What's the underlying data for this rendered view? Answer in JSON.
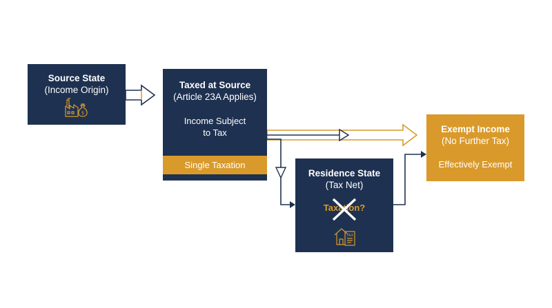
{
  "source": {
    "title": "Source State",
    "subtitle": "(Income Origin)"
  },
  "taxed": {
    "title": "Taxed at Source",
    "subtitle": "(Article 23A Applies)",
    "body_line1": "Income Subject",
    "body_line2": "to Tax",
    "band": "Single Taxation"
  },
  "residence": {
    "title": "Residence State",
    "subtitle": "(Tax Net)",
    "question": "Taxation?"
  },
  "exempt": {
    "title": "Exempt Income",
    "subtitle": "(No Further Tax)",
    "body": "Effectively Exempt"
  },
  "icons": {
    "source": "factory-money-bag-icon",
    "residence": "house-tax-document-icon",
    "blocked": "cross-icon",
    "tax_doc_label": "TAX"
  },
  "colors": {
    "navy": "#1e3150",
    "gold": "#d99a2b",
    "white": "#ffffff"
  }
}
